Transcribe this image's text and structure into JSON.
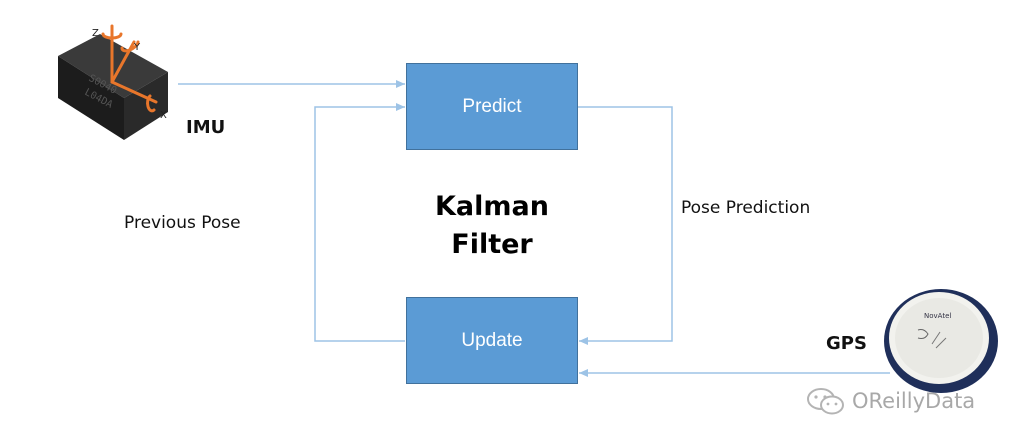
{
  "diagram": {
    "title_line1": "Kalman",
    "title_line2": "Filter",
    "nodes": {
      "predict": "Predict",
      "update": "Update"
    },
    "sensors": {
      "imu": "IMU",
      "gps": "GPS"
    },
    "edge_labels": {
      "previous_pose": "Previous Pose",
      "pose_prediction": "Pose Prediction"
    },
    "imu_axes": {
      "x": "X",
      "y": "Y",
      "z": "Z"
    },
    "gps_brand": "NovAtel"
  },
  "watermark": {
    "text": "OReillyData"
  },
  "colors": {
    "box_fill": "#5b9bd5",
    "box_border": "#41719c",
    "arrow": "#9dc3e6",
    "chip": "#2b2b2b",
    "axis": "#e8762b",
    "gps_ring": "#1f2f5a"
  }
}
